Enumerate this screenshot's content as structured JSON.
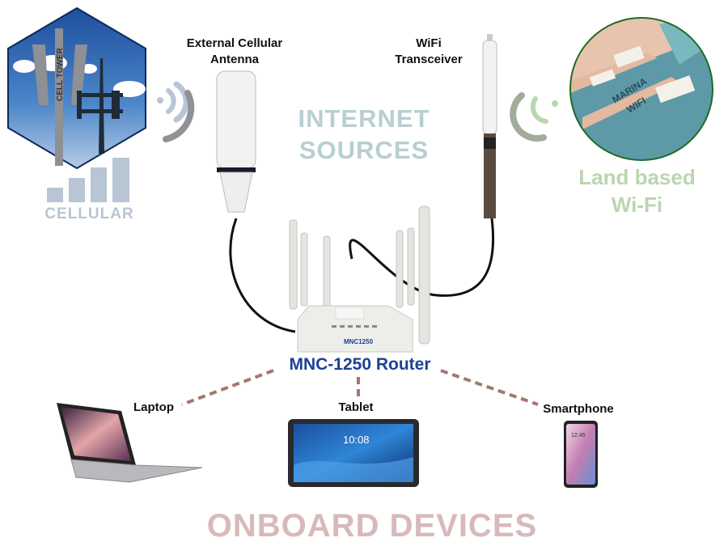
{
  "sources": {
    "cellular": {
      "label": "CELLULAR",
      "tower_text": "CELL TOWER"
    },
    "external_antenna": {
      "line1": "External Cellular",
      "line2": "Antenna"
    },
    "internet_sources": {
      "line1": "INTERNET",
      "line2": "SOURCES"
    },
    "wifi_transceiver": {
      "line1": "WiFi",
      "line2": "Transceiver"
    },
    "land_wifi": {
      "line1": "Land based",
      "line2": "Wi-Fi",
      "marina_text1": "MARINA",
      "marina_text2": "WIFI"
    }
  },
  "router": {
    "label": "MNC-1250 Router",
    "model_text": "MNC1250"
  },
  "devices": {
    "laptop": "Laptop",
    "tablet": "Tablet",
    "tablet_clock": "10:08",
    "smartphone": "Smartphone",
    "phone_clock": "12:45"
  },
  "footer": {
    "title": "ONBOARD DEVICES"
  },
  "colors": {
    "internet": "#b7cfd1",
    "land_wifi": "#b9d6b0",
    "onboard": "#d8b9b9",
    "cellular": "#b8c5d4",
    "router_label": "#1d4193",
    "dash": "#a6766f"
  }
}
